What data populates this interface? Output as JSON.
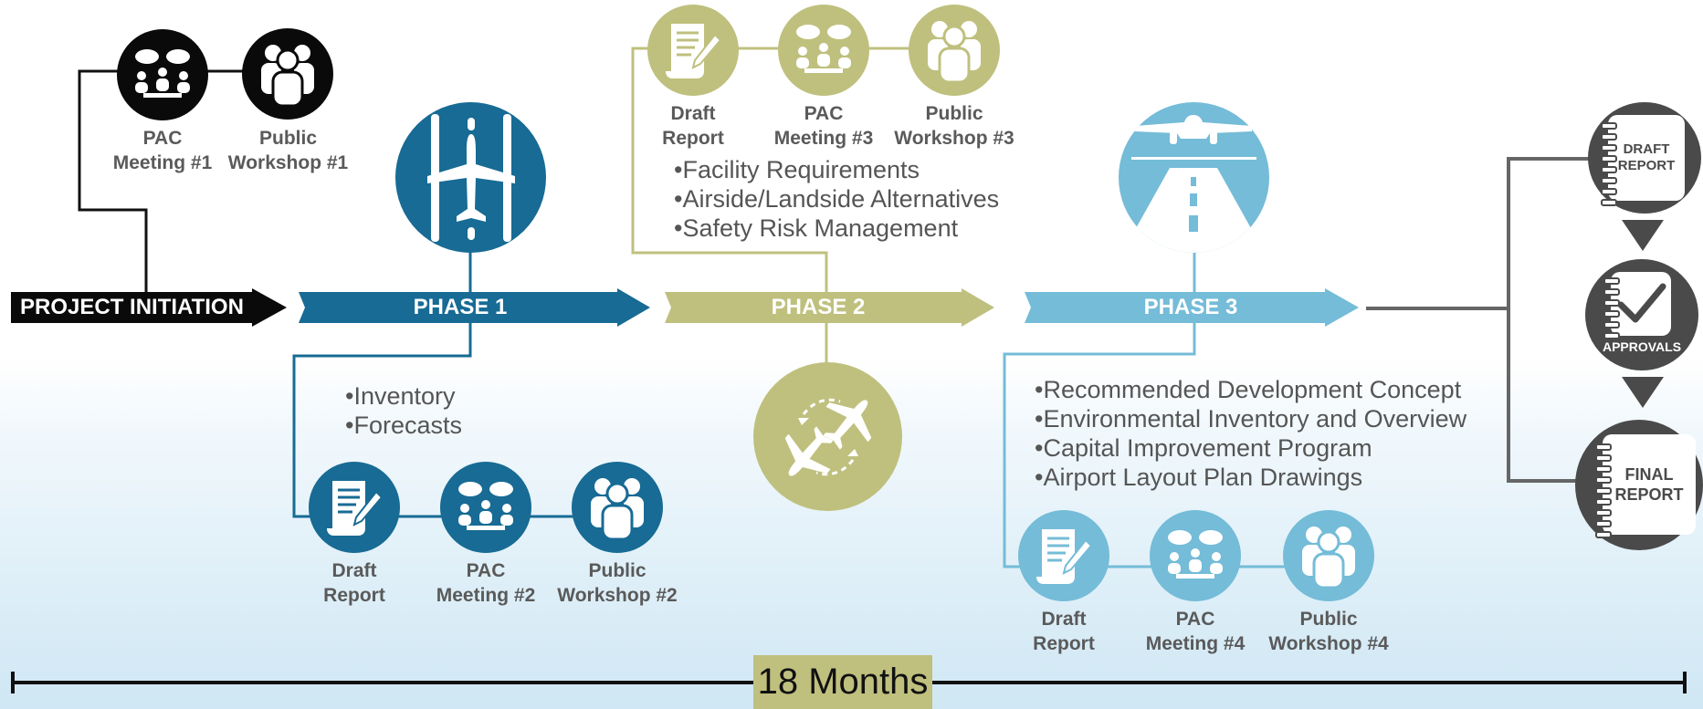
{
  "colors": {
    "initiation": "#0a0a0a",
    "phase1": "#176b94",
    "phase2": "#bfc07e",
    "phase3": "#74bcd8",
    "final": "#4a4a4a",
    "label": "#5a5a5a"
  },
  "initiation": {
    "arrow_label": "PROJECT INITIATION",
    "events": [
      {
        "icon": "meeting-icon",
        "line1": "PAC",
        "line2": "Meeting #1"
      },
      {
        "icon": "people-icon",
        "line1": "Public",
        "line2": "Workshop #1"
      }
    ]
  },
  "phase1": {
    "arrow_label": "PHASE 1",
    "hero_icon": "runway-airplane-icon",
    "bullets": [
      "Inventory",
      "Forecasts"
    ],
    "events": [
      {
        "icon": "report-icon",
        "line1": "Draft",
        "line2": "Report"
      },
      {
        "icon": "meeting-icon",
        "line1": "PAC",
        "line2": "Meeting #2"
      },
      {
        "icon": "people-icon",
        "line1": "Public",
        "line2": "Workshop #2"
      }
    ]
  },
  "phase2": {
    "arrow_label": "PHASE 2",
    "hero_icon": "airplanes-cycle-icon",
    "bullets": [
      "Facility Requirements",
      "Airside/Landside Alternatives",
      "Safety Risk Management"
    ],
    "events": [
      {
        "icon": "report-icon",
        "line1": "Draft",
        "line2": "Report"
      },
      {
        "icon": "meeting-icon",
        "line1": "PAC",
        "line2": "Meeting #3"
      },
      {
        "icon": "people-icon",
        "line1": "Public",
        "line2": "Workshop #3"
      }
    ]
  },
  "phase3": {
    "arrow_label": "PHASE 3",
    "hero_icon": "airplane-landing-icon",
    "bullets": [
      "Recommended Development Concept",
      "Environmental Inventory and Overview",
      "Capital Improvement Program",
      "Airport Layout Plan Drawings"
    ],
    "events": [
      {
        "icon": "report-icon",
        "line1": "Draft",
        "line2": "Report"
      },
      {
        "icon": "meeting-icon",
        "line1": "PAC",
        "line2": "Meeting #4"
      },
      {
        "icon": "people-icon",
        "line1": "Public",
        "line2": "Workshop #4"
      }
    ]
  },
  "final_steps": {
    "draft_report": {
      "line1": "DRAFT",
      "line2": "REPORT"
    },
    "approvals": "APPROVALS",
    "final_report": {
      "line1": "FINAL",
      "line2": "REPORT"
    }
  },
  "timeline": {
    "duration": "18 Months"
  }
}
